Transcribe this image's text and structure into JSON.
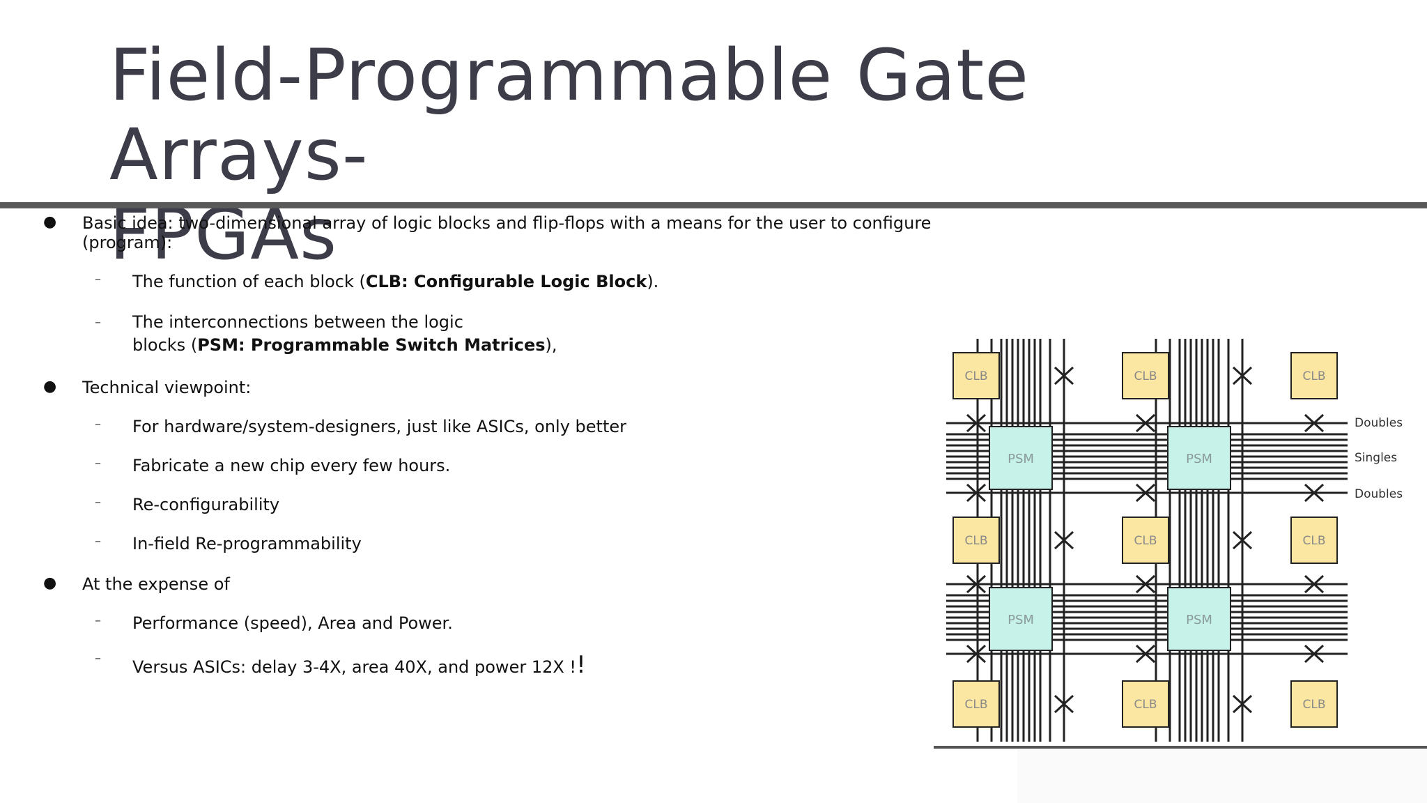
{
  "slide": {
    "title_line1": "Field-Programmable Gate Arrays-",
    "title_line2": "FPGAs"
  },
  "bullets": {
    "basic": {
      "text": "Basic idea: two-dimensional array of logic blocks and flip-flops with a means for the user to configure (program):",
      "sub1_prefix": "The function of each block (",
      "sub1_bold": "CLB: Configurable Logic Block",
      "sub1_suffix": ").",
      "sub2_line1": "The interconnections between the logic",
      "sub2_prefix": "blocks (",
      "sub2_bold": "PSM: Programmable Switch Matrices",
      "sub2_suffix": "),"
    },
    "technical": {
      "text": "Technical viewpoint:",
      "items": [
        "For hardware/system-designers, just like ASICs, only better",
        "Fabricate a new chip every few hours.",
        "Re-configurability",
        "In-field Re-programmability"
      ]
    },
    "expense": {
      "text": "At the expense of",
      "item1": "Performance (speed), Area and Power.",
      "item2": "Versus ASICs: delay 3-4X, area 40X, and power 12X !",
      "item2_mark": "!"
    }
  },
  "diagram": {
    "clb_label": "CLB",
    "psm_label": "PSM",
    "wire_labels": [
      "Doubles",
      "Singles",
      "Doubles"
    ],
    "colors": {
      "clb_fill": "#fbe7a1",
      "psm_fill": "#c6f2ea",
      "wire": "#222222"
    }
  }
}
